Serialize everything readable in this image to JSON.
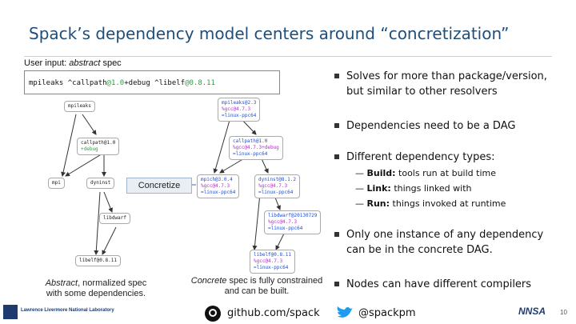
{
  "slide": {
    "title": "Spack’s dependency model centers around “concretization”",
    "number": "10"
  },
  "diagram": {
    "input_label_prefix": "User input: ",
    "input_label_em": "abstract",
    "input_label_suffix": " spec",
    "spec": {
      "part1": "mpileaks ^callpath",
      "ver1": "@1.0",
      "part2": "+debug ^libelf",
      "ver2": "@0.8.11"
    },
    "concretize_label": "Concretize",
    "abstract_nodes": {
      "mpileaks": "mpileaks",
      "callpath": [
        "callpath@1.0",
        "+debug"
      ],
      "mpi": "mpi",
      "dyninst": "dyninst",
      "libdwarf": "libdwarf",
      "libelf": "libelf@0.8.11"
    },
    "concrete_nodes": {
      "mpileaks": [
        "mpileaks@2.3",
        "%gcc@4.7.3",
        "=linux-ppc64"
      ],
      "callpath": [
        "callpath@1.0",
        "%gcc@4.7.3+debug",
        "=linux-ppc64"
      ],
      "mpich": [
        "mpich@3.0.4",
        "%gcc@4.7.3",
        "=linux-ppc64"
      ],
      "dyninst": [
        "dyninst@8.1.2",
        "%gcc@4.7.3",
        "=linux-ppc64"
      ],
      "libdwarf": [
        "libdwarf@20130729",
        "%gcc@4.7.3",
        "=linux-ppc64"
      ],
      "libelf": [
        "libelf@0.8.11",
        "%gcc@4.7.3",
        "=linux-ppc64"
      ]
    },
    "abstract_caption_em": "Abstract",
    "abstract_caption_rest": ", normalized spec\nwith some dependencies.",
    "concrete_caption_em": "Concrete",
    "concrete_caption_rest": " spec is fully constrained\nand can be built."
  },
  "bullets": [
    {
      "text": "Solves for more than package/version,\nbut similar to other resolvers"
    },
    {
      "text": "Dependencies need to be a DAG"
    },
    {
      "text": "Different dependency types:"
    },
    {
      "text": "Only one instance of any dependency\ncan be in the concrete DAG."
    },
    {
      "text": "Nodes can have different compilers"
    }
  ],
  "dep_types": [
    {
      "label": "Build:",
      "desc": " tools run at build time"
    },
    {
      "label": "Link:",
      "desc": " things linked with"
    },
    {
      "label": "Run:",
      "desc": " things invoked at runtime"
    }
  ],
  "footer": {
    "lab_name": "Lawrence Livermore National Laboratory",
    "github": "github.com/spack",
    "twitter": "@spackpm",
    "nnsa": "NNSA"
  },
  "colors": {
    "title": "#1f4e79",
    "version_green": "#2e9e44",
    "compiler_magenta": "#c026d3",
    "arch_blue": "#1d4ed8"
  }
}
